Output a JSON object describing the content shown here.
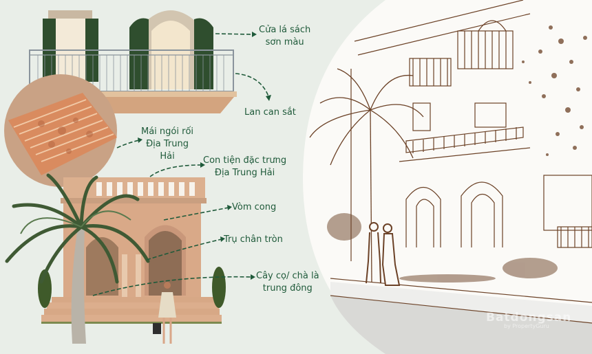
{
  "colors": {
    "background": "#e9eee8",
    "label_green": "#1f5a3a",
    "shutter_green": "#2f4e2e",
    "facade_peach": "#d9a988",
    "sketch_brown": "#6b4126",
    "railing_gray": "#8a949c"
  },
  "labels": {
    "shutters": {
      "line1": "Cửa lá sách",
      "line2": "sơn màu"
    },
    "railing": {
      "line1": "Lan can sắt"
    },
    "roof_tiles": {
      "line1": "Mái ngói rối",
      "line2": "Địa Trung",
      "line3": "Hải"
    },
    "balusters": {
      "line1": "Con tiện đặc trưng",
      "line2": "Địa Trung Hải"
    },
    "arch": {
      "line1": "Vòm cong"
    },
    "columns": {
      "line1": "Trụ chân tròn"
    },
    "palm": {
      "line1": "Cây cọ/ chà là",
      "line2": "trung đông"
    }
  },
  "watermark": {
    "brand": "Batdongsan",
    "sub": "by PropertyGuru"
  }
}
